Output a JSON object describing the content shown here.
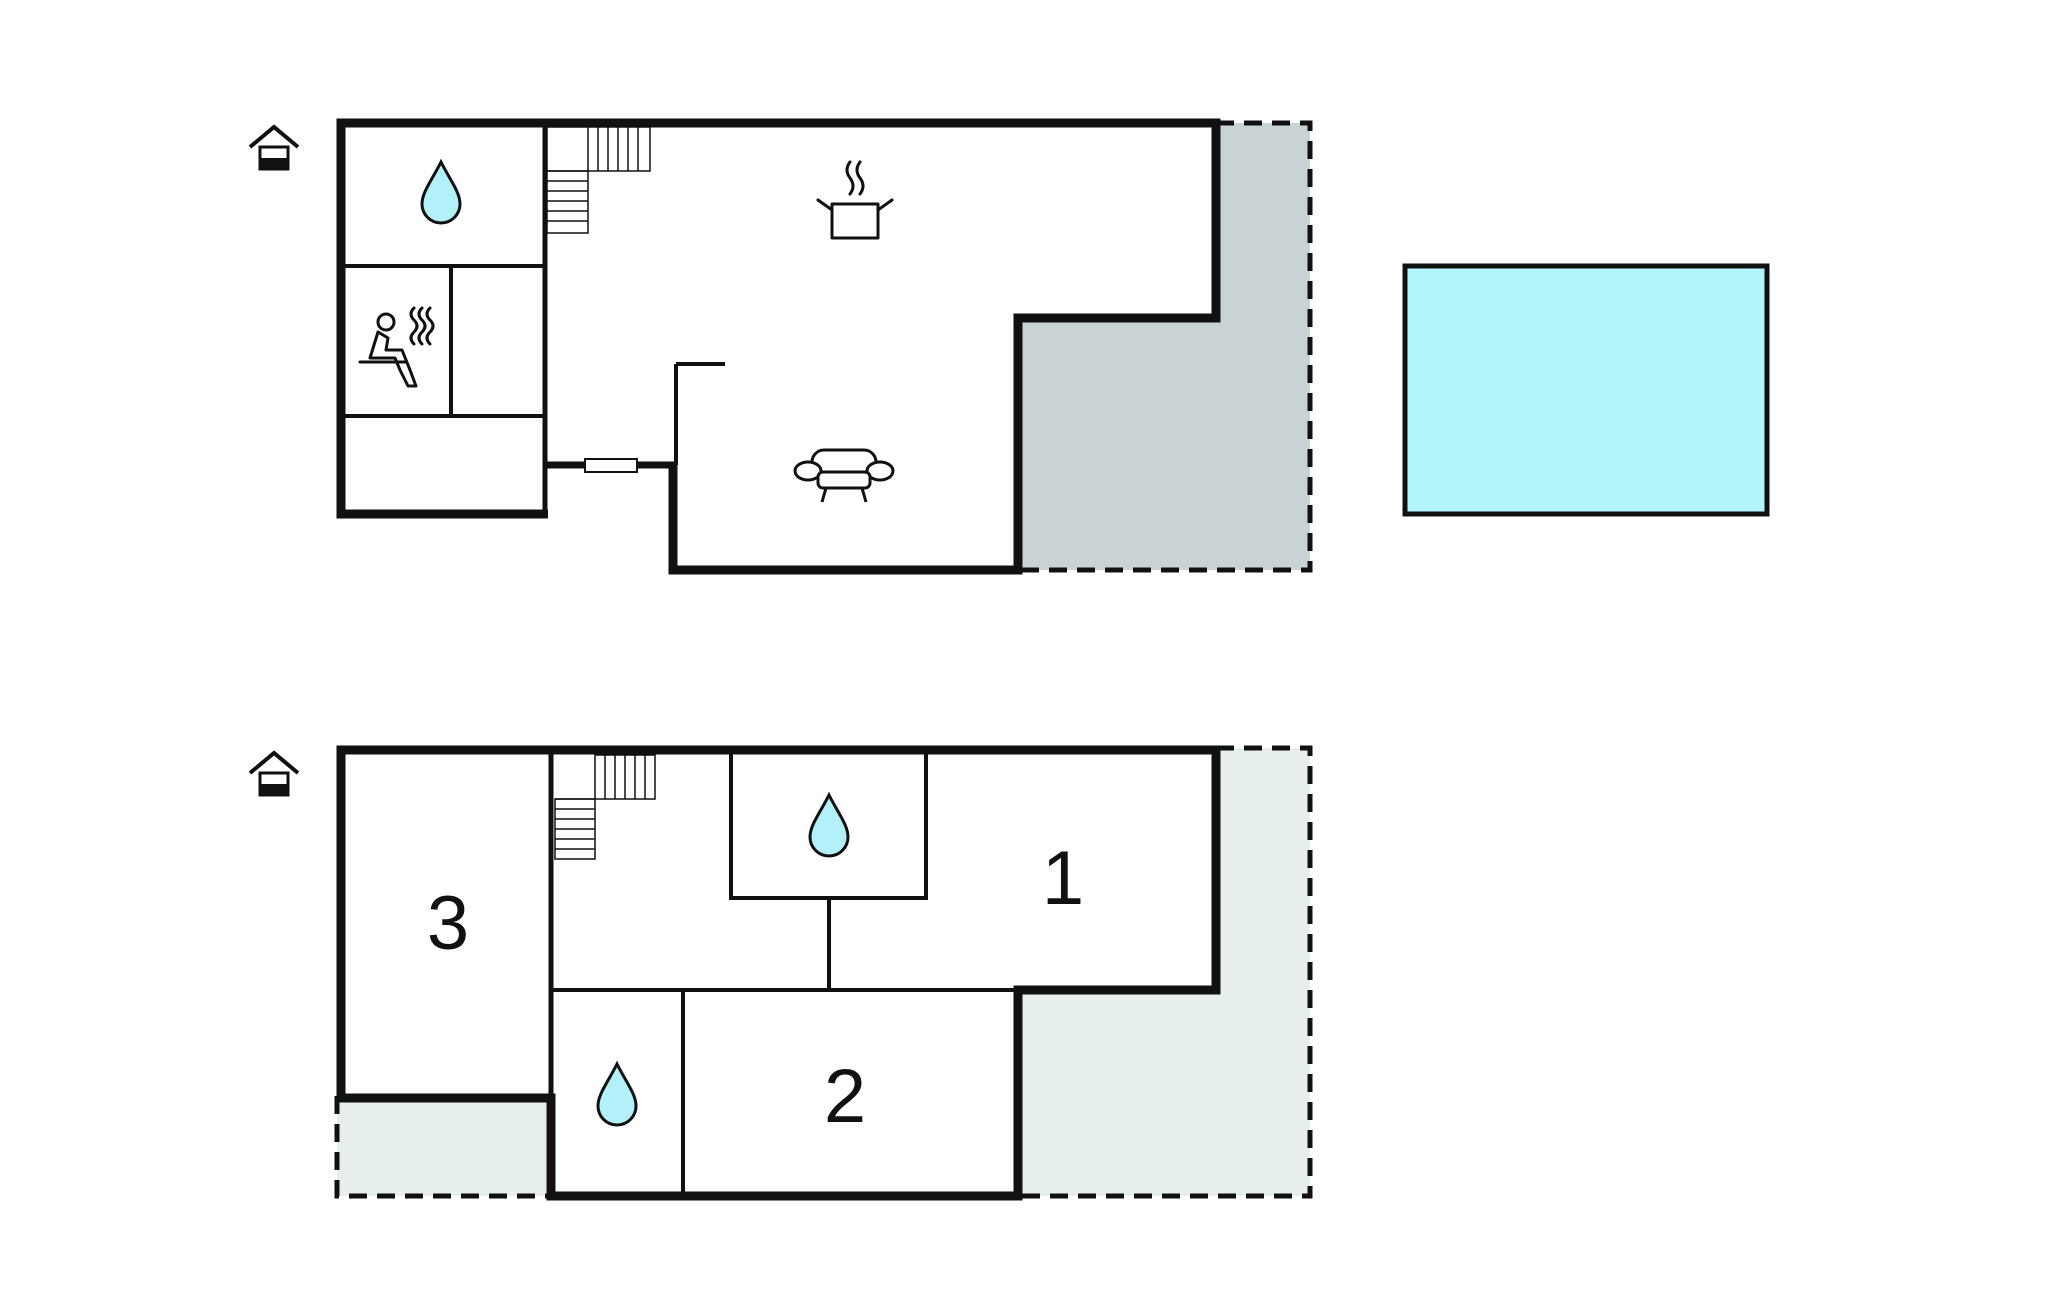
{
  "colors": {
    "wall": "#111111",
    "covered_terrace": "#c9d3d6",
    "open_terrace": "#e7eeee",
    "pool": "#b2f6fc",
    "water": "#b3f1fa"
  },
  "icons": {
    "floor_marker": "house-floor-icon",
    "bathroom": "water-drop-icon",
    "sauna": "sauna-icon",
    "kitchen": "cooking-pot-icon",
    "living": "sofa-icon",
    "stairs": "stairs-icon"
  },
  "upper_floor": {
    "rooms": [
      {
        "label": "1"
      },
      {
        "label": "2"
      },
      {
        "label": "3"
      }
    ]
  }
}
